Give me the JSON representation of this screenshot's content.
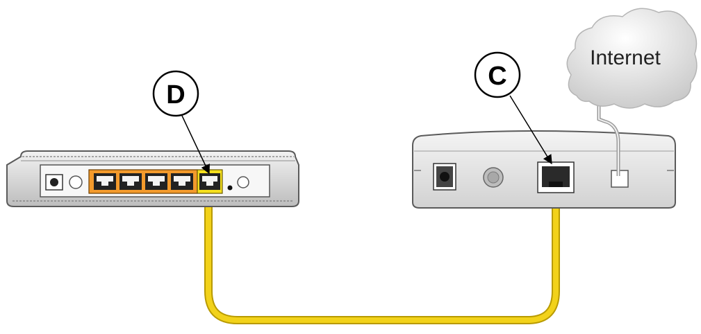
{
  "cloud": {
    "label": "Internet"
  },
  "callouts": {
    "router_port": "D",
    "modem_port": "C"
  },
  "colors": {
    "cable": "#f2d21a",
    "cable_edge": "#b89a00",
    "router_lan_ports": "#f39a2c",
    "router_wan_port": "#f5e01e",
    "device_body": "#e6e6e6",
    "cloud_fill": "#e4e4e4"
  }
}
